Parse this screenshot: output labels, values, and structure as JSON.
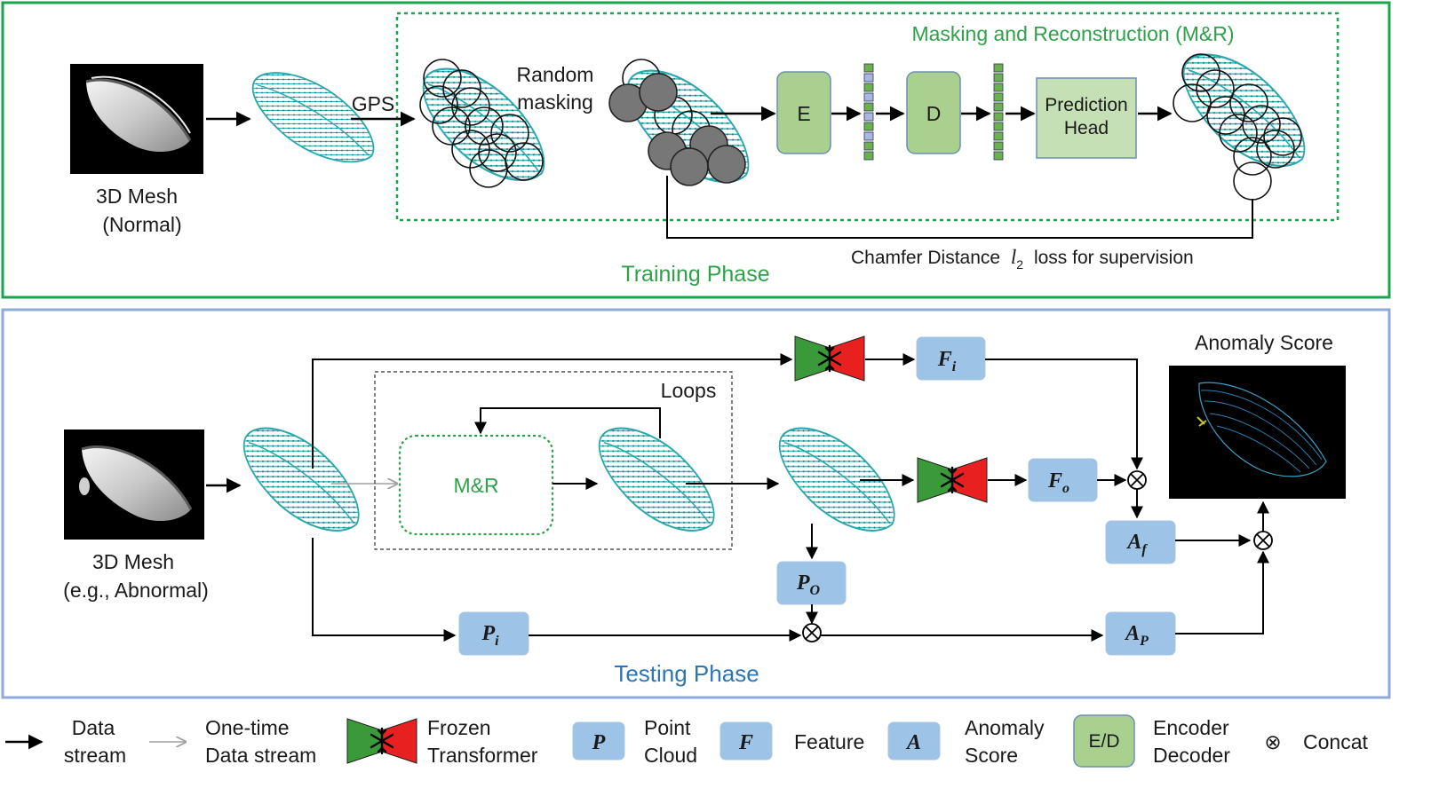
{
  "training": {
    "phase_title": "Training Phase",
    "mr_title": "Masking and Reconstruction (M&R)",
    "mesh_label_1": "3D Mesh",
    "mesh_label_2": "(Normal)",
    "gps_label": "GPS",
    "masking_1": "Random",
    "masking_2": "masking",
    "encoder": "E",
    "decoder": "D",
    "head_1": "Prediction",
    "head_2": "Head",
    "loss_pre": "Chamfer Distance",
    "loss_var": "l",
    "loss_sub": "2",
    "loss_post": "loss for supervision"
  },
  "testing": {
    "phase_title": "Testing Phase",
    "mesh_label_1": "3D Mesh",
    "mesh_label_2": "(e.g., Abnormal)",
    "loops": "Loops",
    "mr": "M&R",
    "anomaly_score": "Anomaly Score",
    "fi": {
      "main": "F",
      "sub": "i"
    },
    "fo": {
      "main": "F",
      "sub": "o"
    },
    "af": {
      "main": "A",
      "sub": "f"
    },
    "po": {
      "main": "P",
      "sub": "O"
    },
    "pi": {
      "main": "P",
      "sub": "i"
    },
    "ap": {
      "main": "A",
      "sub": "P"
    }
  },
  "legend": {
    "data_stream_1": "Data",
    "data_stream_2": "stream",
    "onetime_1": "One-time",
    "onetime_2": "Data stream",
    "frozen_1": "Frozen",
    "frozen_2": "Transformer",
    "p_symbol": "P",
    "point_1": "Point",
    "point_2": "Cloud",
    "f_symbol": "F",
    "feature": "Feature",
    "a_symbol": "A",
    "anomaly_1": "Anomaly",
    "anomaly_2": "Score",
    "ed_symbol": "E/D",
    "ed_1": "Encoder",
    "ed_2": "Decoder",
    "concat_symbol": "⊗",
    "concat": "Concat"
  },
  "colors": {
    "training_border": "#19a54a",
    "testing_border": "#8eaadb",
    "mesh_cyan": "#2fb5b5",
    "module_green": "#a9d08e",
    "blue_box": "#9dc3e6",
    "frozen_green": "#3a9a3a",
    "frozen_red": "#e8201f"
  }
}
